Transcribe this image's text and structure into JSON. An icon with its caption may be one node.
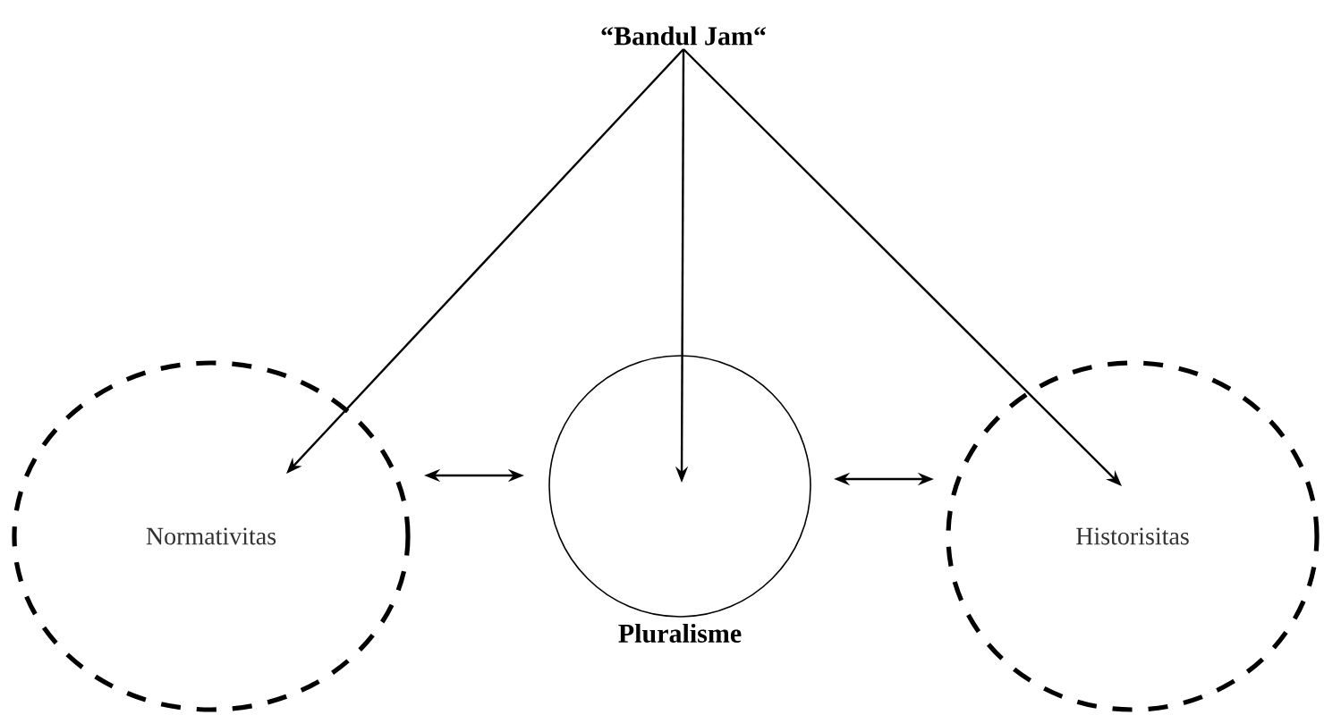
{
  "diagram": {
    "nodes": [
      {
        "text": [
          "“Bandul Jam“"
        ]
      },
      {
        "text": [
          "Normativitas"
        ]
      },
      {
        "text": [
          "Pluralisme"
        ]
      },
      {
        "text": [
          "Historisitas"
        ]
      }
    ],
    "edges": [
      {
        "from": 0,
        "to": 1,
        "arrow": "to"
      },
      {
        "from": 0,
        "to": 2,
        "arrow": "to"
      },
      {
        "from": 0,
        "to": 3,
        "arrow": "to"
      },
      {
        "from": 1,
        "to": 2,
        "arrow": "both"
      },
      {
        "from": 2,
        "to": 3,
        "arrow": "both"
      }
    ]
  }
}
